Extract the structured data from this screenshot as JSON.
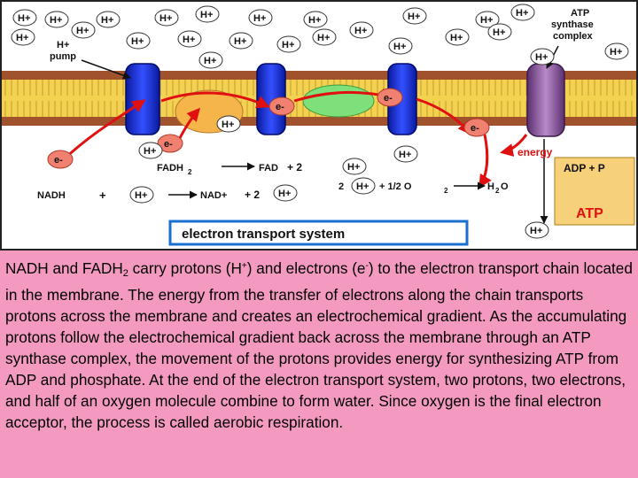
{
  "diagram": {
    "title": "electron transport system",
    "labels": {
      "h_pump_line1": "H+",
      "h_pump_line2": "pump",
      "atp_synthase_line1": "ATP",
      "atp_synthase_line2": "synthase",
      "atp_synthase_line3": "complex",
      "electron": "e-",
      "fadh2": "FADH",
      "fadh2_sub": "2",
      "fad": "FAD",
      "plus_2": "+ 2",
      "nadh": "NADH",
      "plus": "+",
      "nad_plus": "NAD+",
      "water_two": "2",
      "half_o2": "+ 1/2 O",
      "o2_sub": "2",
      "h2o": "H",
      "h2o_sub": "2",
      "h2o_o": "O",
      "energy": "energy",
      "adp_p": "ADP + P",
      "atp": "ATP",
      "proton": "H+"
    },
    "colors": {
      "membrane_brown": "#a0522d",
      "membrane_yellow": "#f2d250",
      "protein_blue": "#1a2ed6",
      "synthase_purple": "#7b4a8c",
      "electron_red": "#f08070",
      "arrow_red": "#e01010",
      "oval_orange": "#f6b54a",
      "oval_green": "#7ee07a",
      "atp_box": "#f7d17a",
      "caption_bg": "#f49ac1"
    }
  },
  "caption": {
    "p1": "NADH and FADH",
    "p1_sub": "2",
    "p2": " carry protons (H",
    "p2_sup": "+",
    "p3": ") and electrons (e",
    "p3_sup": "-",
    "p4": ") to the electron transport chain located in the membrane. The energy from the transfer of electrons along the chain transports protons across the membrane and creates an electrochemical gradient. As the accumulating protons follow the electrochemical gradient back across the membrane through an ATP synthase complex, the movement of the protons provides energy for synthesizing ATP from ADP and phosphate. At the end of the electron transport system, two protons, two electrons, and half of an oxygen molecule combine to form water. Since oxygen is the final electron acceptor, the process is called aerobic respiration."
  }
}
